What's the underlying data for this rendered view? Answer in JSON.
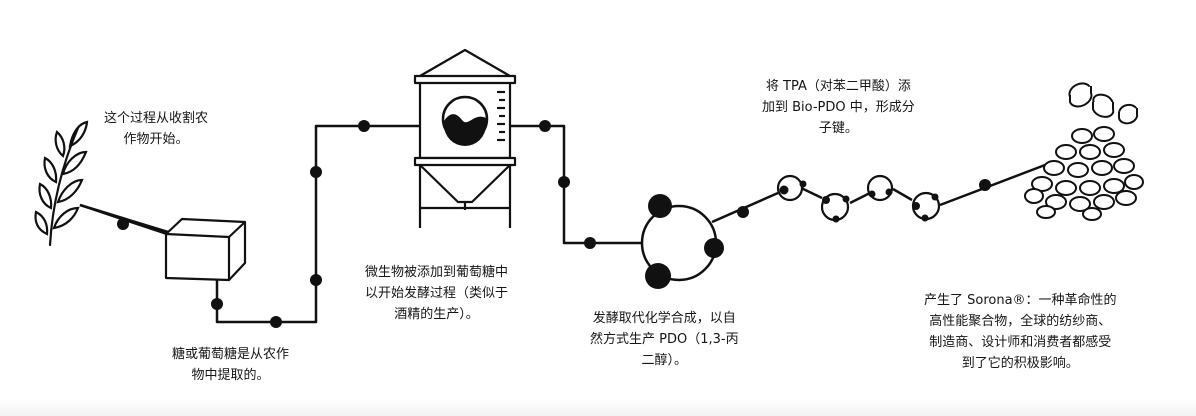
{
  "steps": [
    {
      "id": "harvest",
      "lines": [
        "这个过程从收割农",
        "作物开始。"
      ]
    },
    {
      "id": "sugar",
      "lines": [
        "糖或葡萄糖是从农作",
        "物中提取的。"
      ]
    },
    {
      "id": "ferment",
      "lines": [
        "微生物被添加到葡萄糖中",
        "以开始发酵过程（类似于",
        "酒精的生产）。"
      ]
    },
    {
      "id": "pdo",
      "lines": [
        "发酵取代化学合成，以自",
        "然方式生产 PDO（1,3-丙",
        "二醇）。"
      ]
    },
    {
      "id": "tpa",
      "lines": [
        "将 TPA（对苯二甲酸）添",
        "加到 Bio-PDO 中，形成分",
        "子键。"
      ]
    },
    {
      "id": "sorona",
      "lines": [
        "产生了 Sorona®：一种革命性的",
        "高性能聚合物，全球的纺纱商、",
        "制造商、设计师和消费者都感受",
        "到了它的积极影响。"
      ]
    }
  ],
  "colors": {
    "line": "#111111",
    "node": "#111111",
    "background": "#ffffff"
  }
}
